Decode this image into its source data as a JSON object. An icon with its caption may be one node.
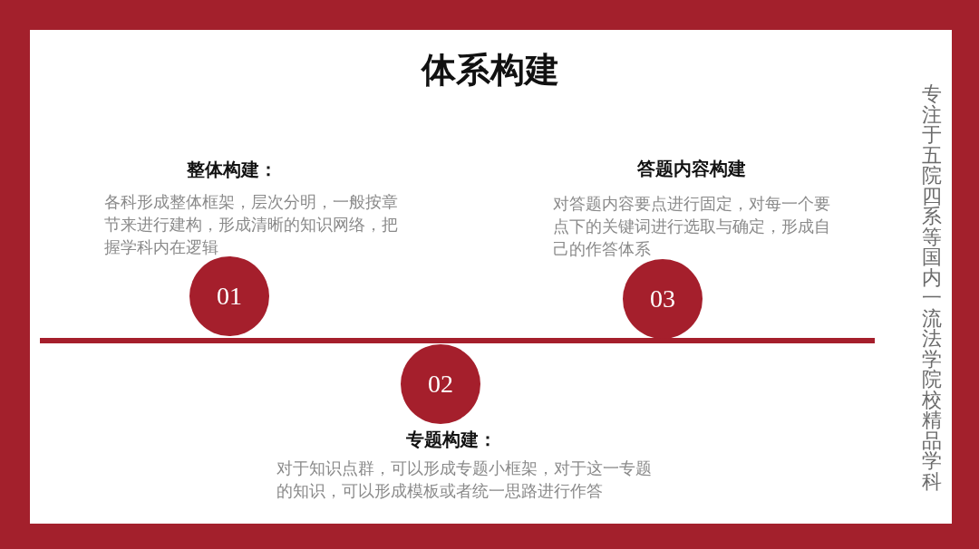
{
  "diagram": {
    "title": "体系构建",
    "nodes": [
      {
        "text": [
          "01"
        ],
        "beside": [
          "整体构建：",
          "各科形成整体框架，层次分明，一般按章节来进行建构，形成清晰的知识网络，把握学科内在逻辑"
        ]
      },
      {
        "text": [
          "02"
        ],
        "beside": [
          "专题构建：",
          "对于知识点群，可以形成专题小框架，对于这一专题的知识，可以形成模板或者统一思路进行作答"
        ]
      },
      {
        "text": [
          "03"
        ],
        "beside": [
          "答题内容构建",
          "对答题内容要点进行固定，对每一个要点下的关键词进行选取与确定，形成自己的作答体系"
        ]
      }
    ],
    "labels": [
      "专注于五院四系等国内一流法学院校精品学科"
    ]
  }
}
